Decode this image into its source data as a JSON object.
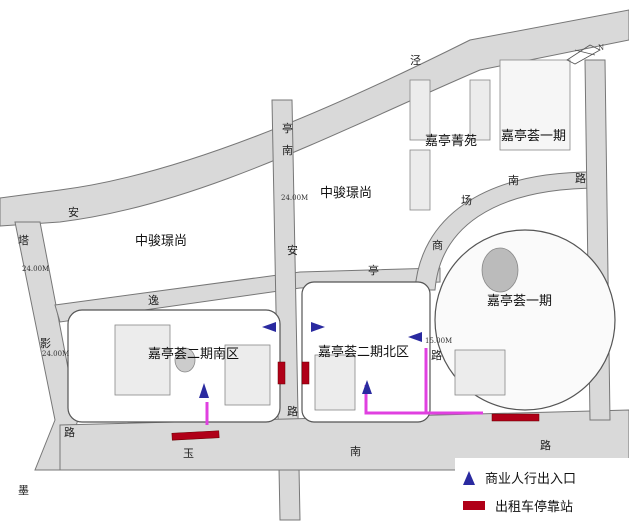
{
  "areas": {
    "zhongjun_west": "中骏璟尚",
    "zhongjun_east": "中骏璟尚",
    "jiating_jingyuan": "嘉亭菁苑",
    "jiatinghui_phase1_north": "嘉亭荟一期",
    "jiatinghui_phase1": "嘉亭荟一期",
    "phase2_south": "嘉亭荟二期南区",
    "phase2_north": "嘉亭荟二期北区"
  },
  "road_chars": {
    "jing": "泾",
    "ting1": "亭",
    "nan1": "南",
    "an1": "安",
    "an2": "安",
    "ta": "塔",
    "yi": "逸",
    "ying": "影",
    "lu1": "路",
    "lu2": "路",
    "yu": "玉",
    "mo": "墨",
    "shang": "商",
    "chang": "场",
    "nan2": "南",
    "lu3": "路",
    "ting2": "亭",
    "lu4": "路",
    "nan3": "南",
    "lu5": "路"
  },
  "road_widths": {
    "w1": "24.00M",
    "w2": "24.00M",
    "w3": "24.00M",
    "w4": "15.00M"
  },
  "compass": "N",
  "legend": {
    "entrance": "商业人行出入口",
    "taxi": "出租车停靠站"
  },
  "colors": {
    "entrance": "#2a2aa0",
    "taxi": "#b00018",
    "path": "#e040e0",
    "road": "#d9d9d9"
  }
}
